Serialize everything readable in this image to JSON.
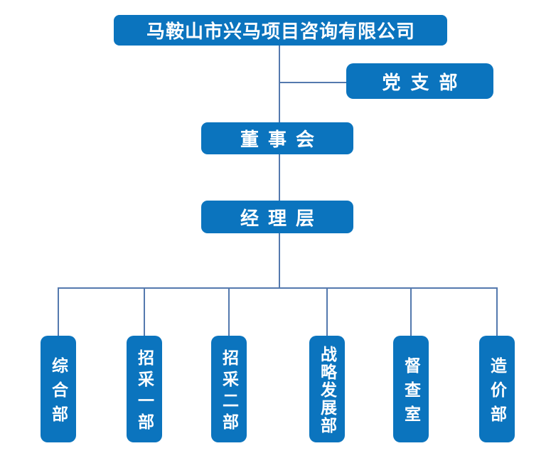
{
  "org_chart": {
    "company": {
      "label": "马鞍山市兴马项目咨询有限公司"
    },
    "party_branch": {
      "label": "党支部"
    },
    "board": {
      "label": "董事会"
    },
    "management": {
      "label": "经理层"
    },
    "departments": [
      {
        "label": "综合部"
      },
      {
        "label": "招采一部"
      },
      {
        "label": "招采二部"
      },
      {
        "label": "战略发展部"
      },
      {
        "label": "督查室"
      },
      {
        "label": "造价部"
      }
    ]
  },
  "colors": {
    "box_fill": "#0b74be",
    "connector": "#5479ae",
    "label_text": "#ffffff",
    "background": "#ffffff"
  }
}
